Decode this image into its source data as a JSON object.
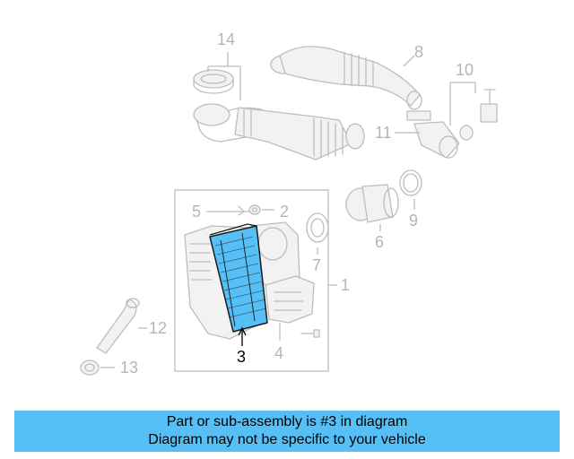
{
  "diagram": {
    "highlighted_part": "3",
    "highlight_color": "#56bff5",
    "callouts": [
      "1",
      "2",
      "3",
      "4",
      "5",
      "6",
      "7",
      "8",
      "9",
      "10",
      "11",
      "12",
      "13",
      "14"
    ]
  },
  "banner": {
    "line1": "Part or sub-assembly is #3 in diagram",
    "line2": "Diagram may not be specific to your vehicle",
    "color": "#56bff5"
  }
}
